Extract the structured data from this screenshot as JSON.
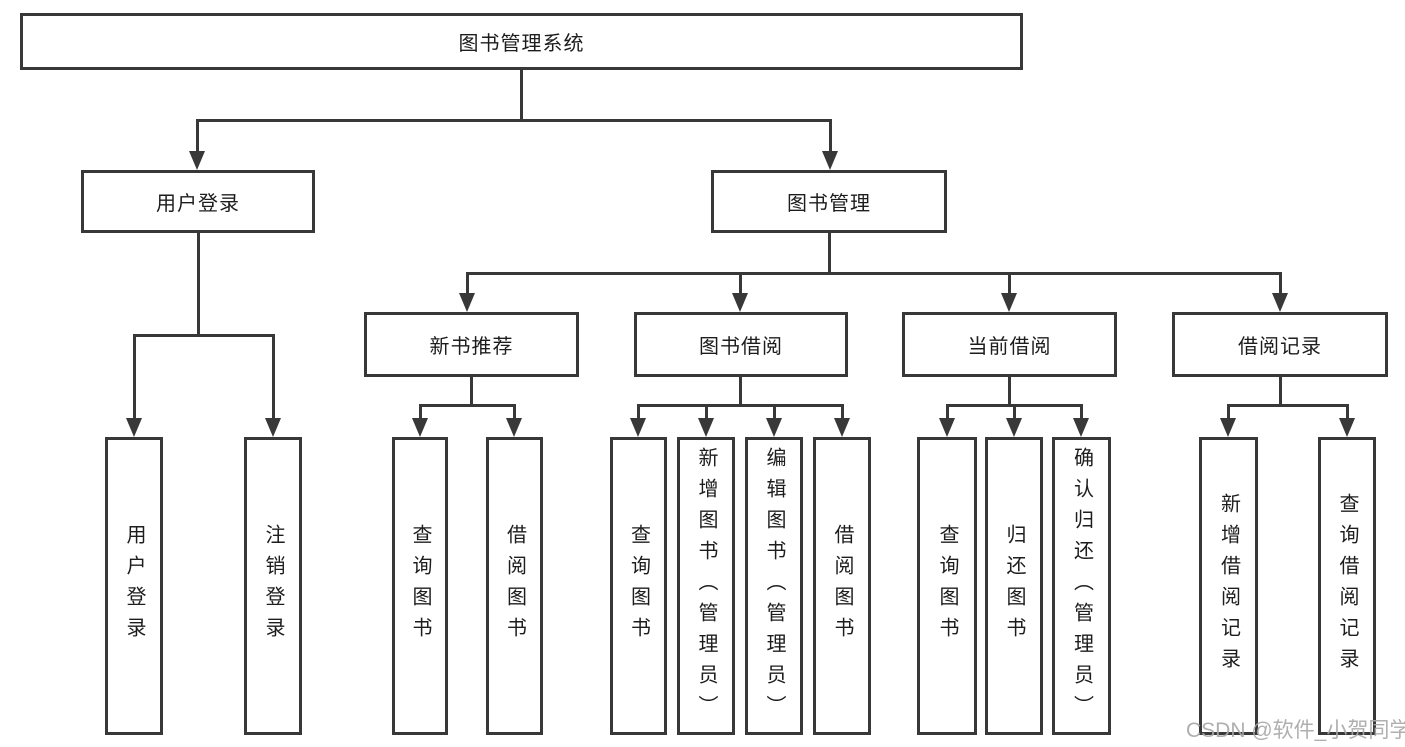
{
  "root": {
    "label": "图书管理系统"
  },
  "branches": [
    {
      "label": "用户登录",
      "children": [
        {
          "label": "用户登录"
        },
        {
          "label": "注销登录"
        }
      ]
    },
    {
      "label": "图书管理",
      "children": [
        {
          "label": "新书推荐",
          "children": [
            {
              "label": "查询图书"
            },
            {
              "label": "借阅图书"
            }
          ]
        },
        {
          "label": "图书借阅",
          "children": [
            {
              "label": "查询图书"
            },
            {
              "label": "新增图书（管理员）"
            },
            {
              "label": "编辑图书（管理员）"
            },
            {
              "label": "借阅图书"
            }
          ]
        },
        {
          "label": "当前借阅",
          "children": [
            {
              "label": "查询图书"
            },
            {
              "label": "归还图书"
            },
            {
              "label": "确认归还（管理员）"
            }
          ]
        },
        {
          "label": "借阅记录",
          "children": [
            {
              "label": "新增借阅记录"
            },
            {
              "label": "查询借阅记录"
            }
          ]
        }
      ]
    }
  ],
  "watermark": {
    "text": "CSDN @软件_小贺同学"
  },
  "colors": {
    "line": "#383838",
    "text": "#1d1d1d",
    "background": "#ffffff",
    "watermark": "#a8a8a8"
  }
}
